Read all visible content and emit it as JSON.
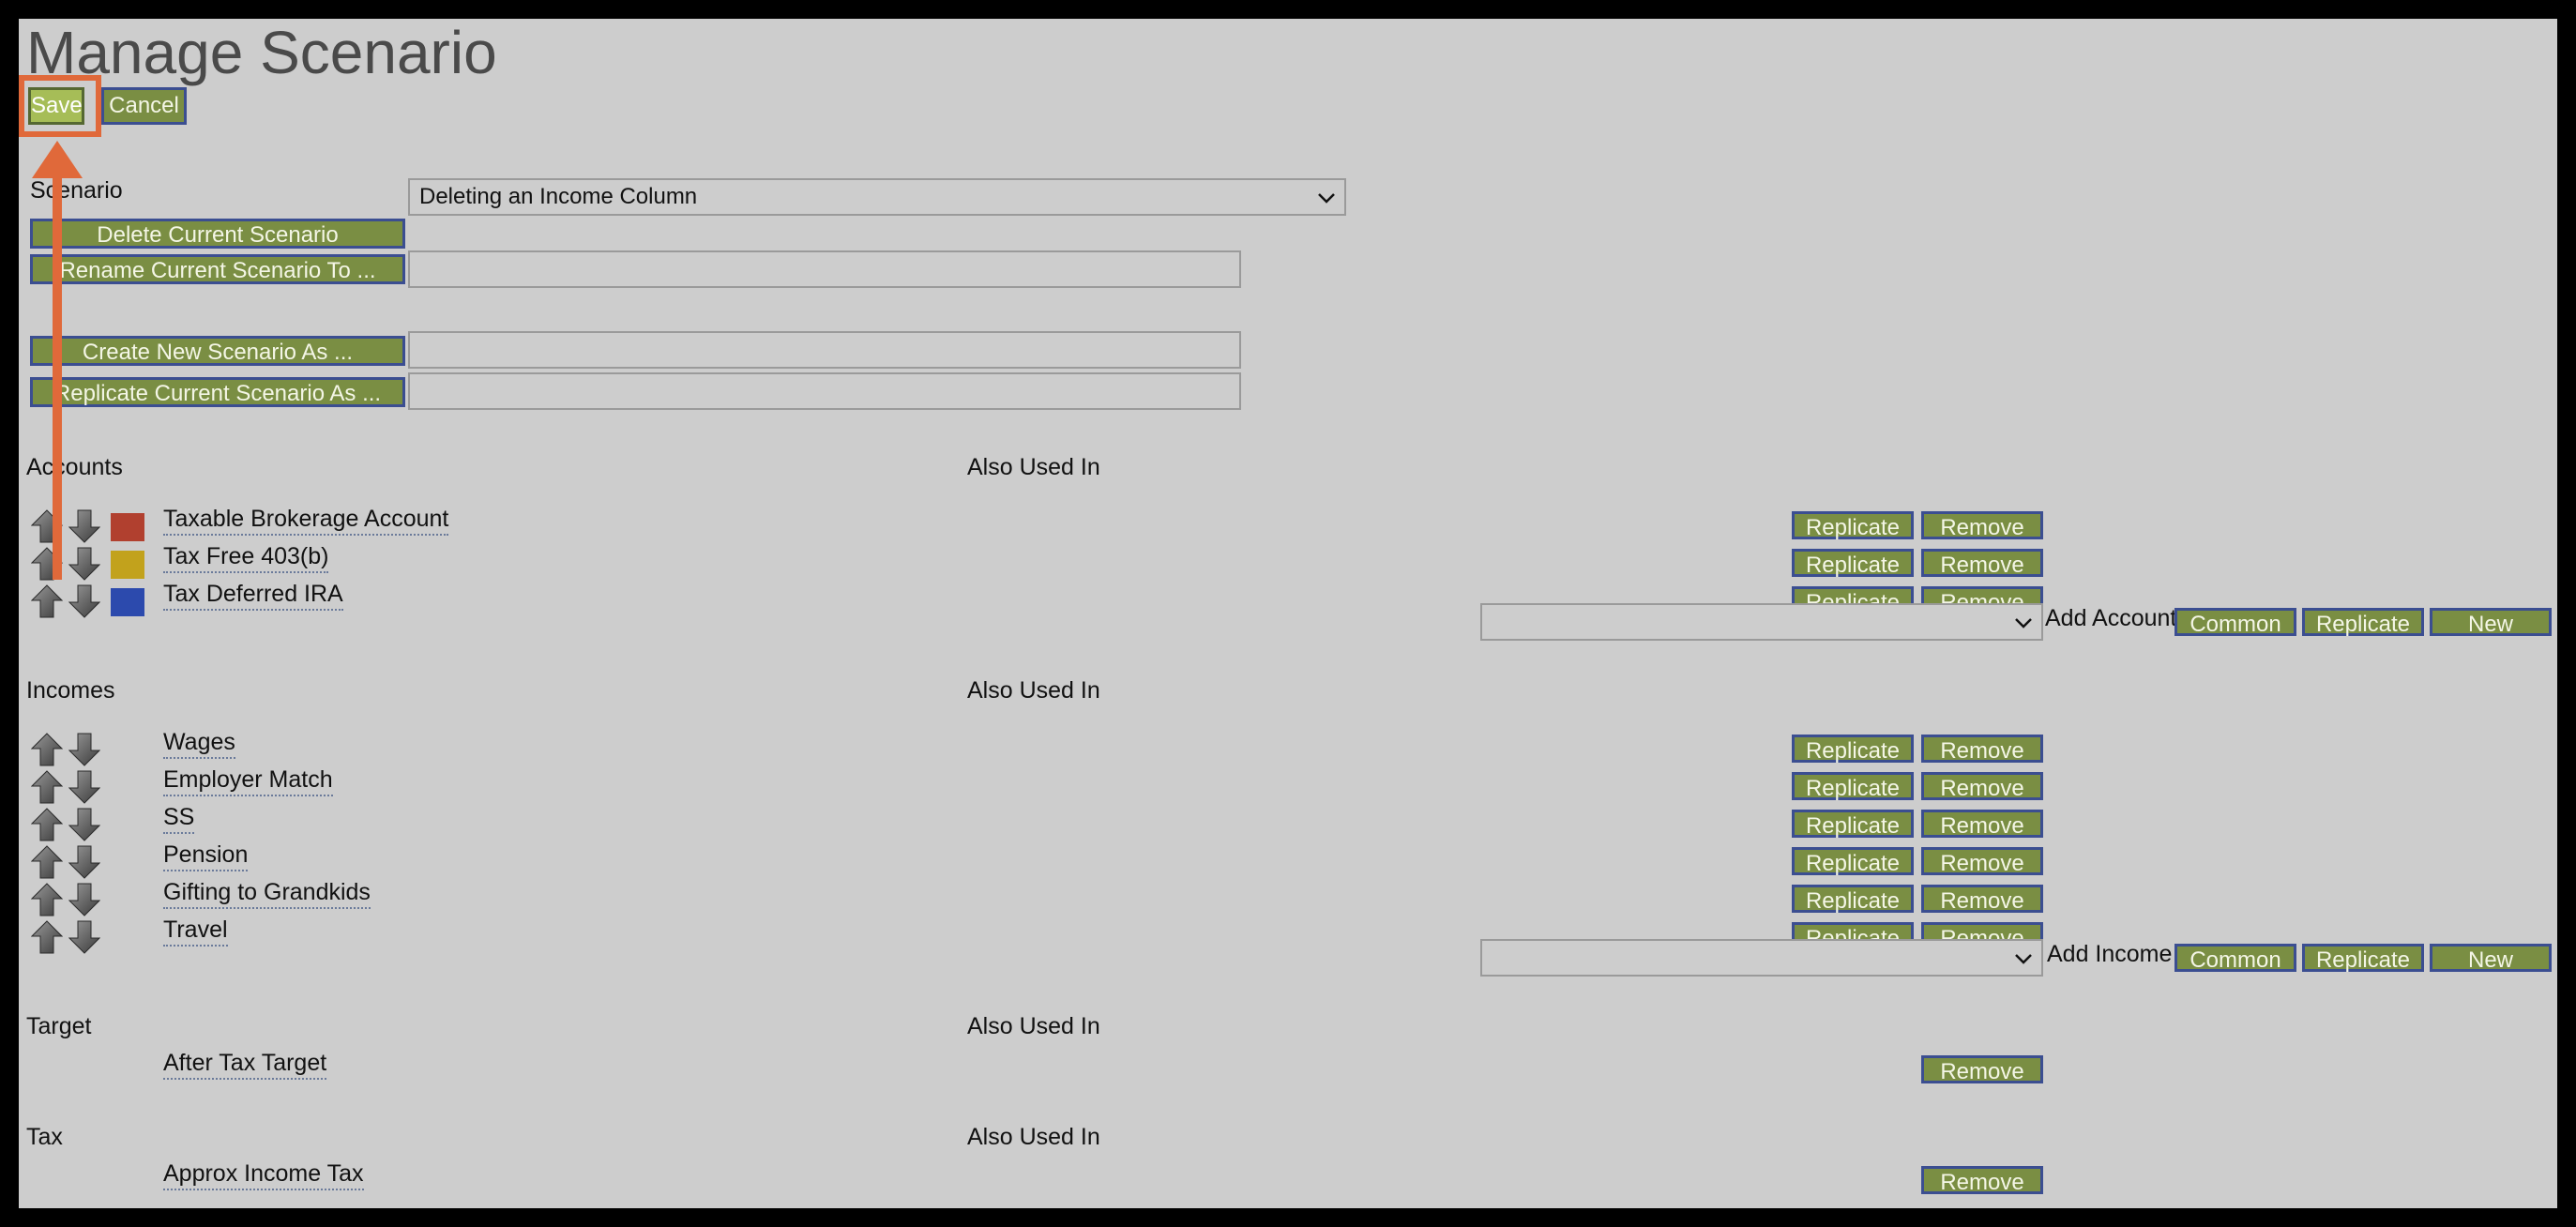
{
  "page_title": "Manage Scenario",
  "top_buttons": {
    "save": "Save",
    "cancel": "Cancel"
  },
  "scenario": {
    "label": "Scenario",
    "selected": "Deleting an Income Column",
    "delete_btn": "Delete Current Scenario",
    "rename_btn": "Rename Current Scenario To ...",
    "create_btn": "Create New Scenario As ...",
    "replicate_btn": "Replicate Current Scenario As ..."
  },
  "accounts": {
    "heading": "Accounts",
    "also_used_in": "Also Used In",
    "items": [
      {
        "name": "Taxable Brokerage Account",
        "color": "#b1402f"
      },
      {
        "name": "Tax Free 403(b)",
        "color": "#c2a21c"
      },
      {
        "name": "Tax Deferred IRA",
        "color": "#2c4aad"
      }
    ],
    "add_label": "Add Account"
  },
  "incomes": {
    "heading": "Incomes",
    "also_used_in": "Also Used In",
    "items": [
      {
        "name": "Wages"
      },
      {
        "name": "Employer Match"
      },
      {
        "name": "SS"
      },
      {
        "name": "Pension"
      },
      {
        "name": "Gifting to Grandkids"
      },
      {
        "name": "Travel"
      }
    ],
    "add_label": "Add Income"
  },
  "target": {
    "heading": "Target",
    "also_used_in": "Also Used In",
    "item": "After Tax Target"
  },
  "tax": {
    "heading": "Tax",
    "also_used_in": "Also Used In",
    "item": "Approx Income Tax"
  },
  "row_buttons": {
    "replicate": "Replicate",
    "remove": "Remove"
  },
  "add_buttons": {
    "common": "Common",
    "replicate": "Replicate",
    "new": "New"
  },
  "colors": {
    "button_bg": "#7a8e43",
    "button_border": "#3b4e91",
    "highlight": "#e0693a",
    "page_bg": "#cdcdcd"
  },
  "icons": [
    "move-up-icon",
    "move-down-icon",
    "dropdown-caret-icon"
  ]
}
